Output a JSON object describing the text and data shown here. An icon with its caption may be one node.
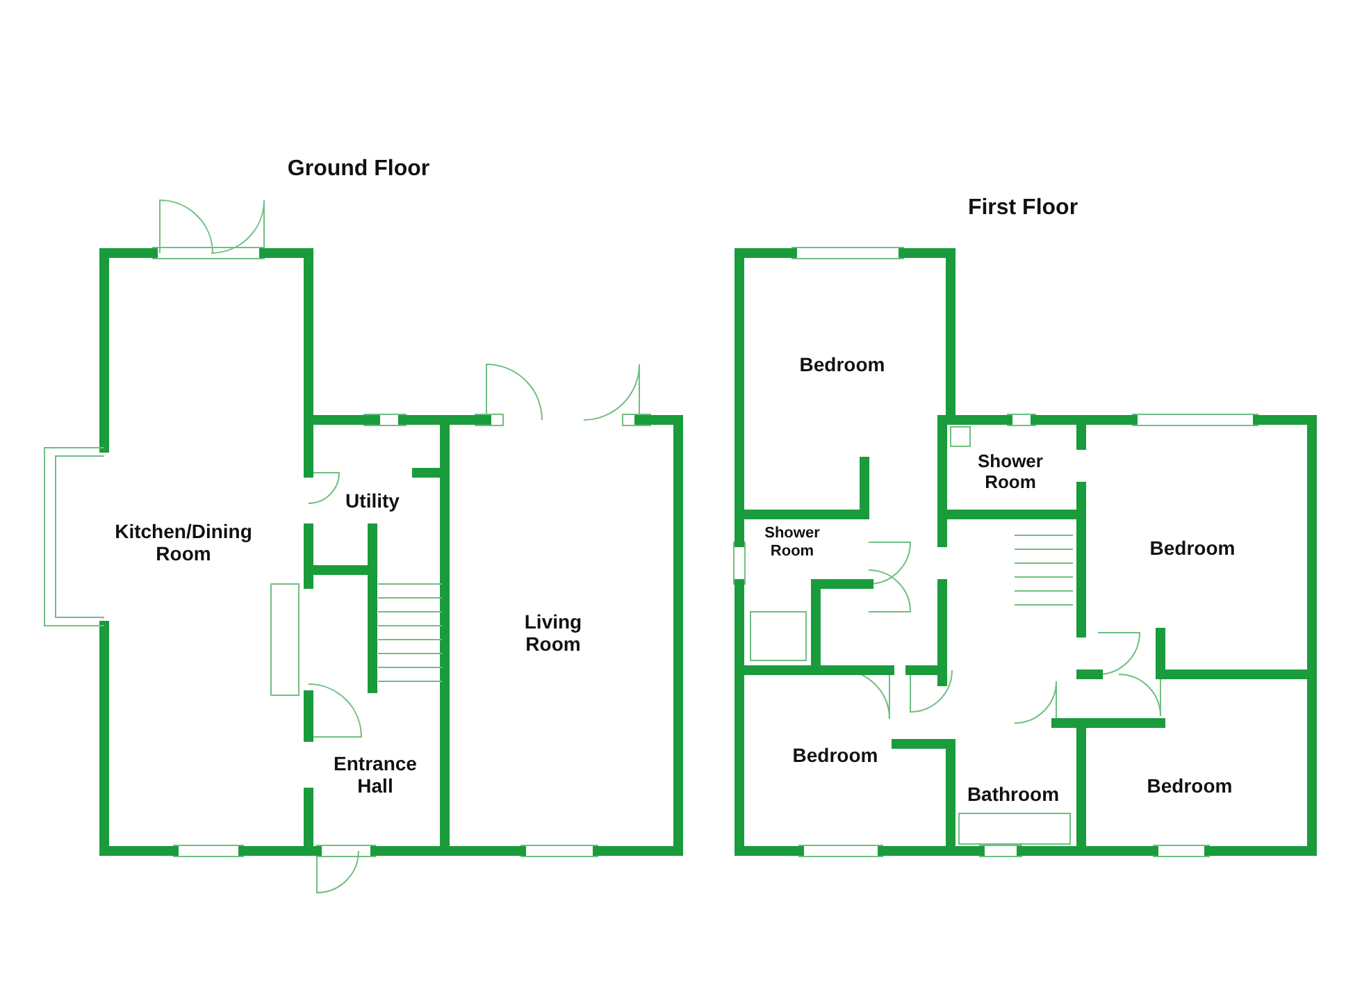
{
  "diagram": {
    "labels": [
      "Ground Floor",
      "First Floor",
      "Bedroom",
      "Shower Room",
      "Utility",
      "Kitchen/Dining Room",
      "Shower Room",
      "Bedroom",
      "Living Room",
      "Bedroom",
      "Entrance Hall",
      "Bedroom",
      "Bathroom"
    ]
  }
}
